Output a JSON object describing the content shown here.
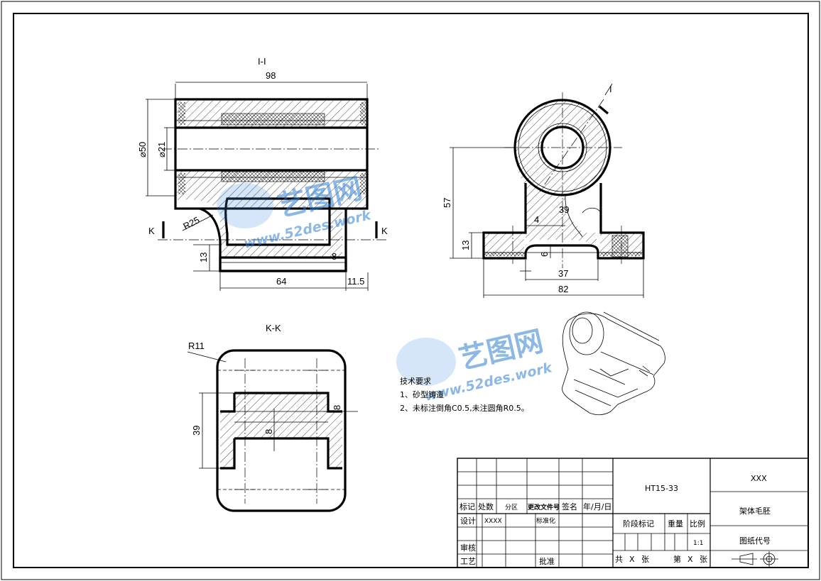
{
  "views": {
    "section_ii": "I-I",
    "section_kk": "K-K",
    "cut_mark_i": "I",
    "cut_mark_k_left": "K",
    "cut_mark_k_right": "K"
  },
  "dimensions": {
    "d98": "98",
    "d50": "⌀50",
    "d21": "⌀21",
    "r25": "R25",
    "d8a": "8",
    "d13a": "13",
    "d64": "64",
    "d11_5": "11.5",
    "d57": "57",
    "d4": "4",
    "d39a": "39",
    "d13b": "13",
    "d6": "6",
    "d37": "37",
    "d82": "82",
    "r11": "R11",
    "d39b": "39",
    "d8b": "8",
    "d8c": "8"
  },
  "tech_requirements": {
    "title": "技术要求",
    "item1": "1、砂型铸造",
    "item2": "2、未标注倒角C0.5,未注圆角R0.5。"
  },
  "watermark": {
    "text": "艺图网",
    "url": "www.52des.work"
  },
  "title_block": {
    "biaoji": "标记",
    "chushu": "处数",
    "fenqu": "分区",
    "gengaiwenjian": "更改文件号",
    "qianming": "签名",
    "nianyueri": "年/月/日",
    "sheji": "设计",
    "sheji_name": "XXXX",
    "biaozhunhua": "标准化",
    "shenhe": "审核",
    "gongyi": "工艺",
    "pizhun": "批准",
    "material": "HT15-33",
    "jieduan": "阶段标记",
    "zhongliang": "重量",
    "bili": "比例",
    "scale": "1:1",
    "gong": "共",
    "x1": "X",
    "zhang1": "张",
    "di": "第",
    "x2": "X",
    "zhang2": "张",
    "company": "XXX",
    "part_name": "架体毛胚",
    "drawing_no": "图纸代号"
  }
}
